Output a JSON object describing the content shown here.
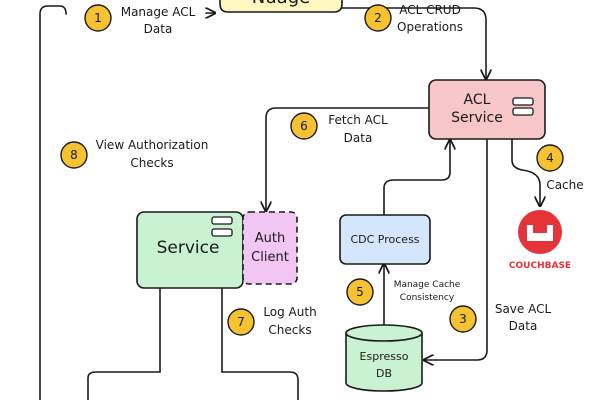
{
  "nodes": {
    "nuage": {
      "label": "Nuage",
      "fill": "#fff6c0"
    },
    "acl_service": {
      "line1": "ACL",
      "line2": "Service",
      "fill": "#f7c6c9"
    },
    "service": {
      "label": "Service",
      "fill": "#c9f2d3"
    },
    "auth_client": {
      "line1": "Auth",
      "line2": "Client",
      "fill": "#f1c6f3"
    },
    "cdc_process": {
      "label": "CDC Process",
      "fill": "#d4e6fb"
    },
    "espresso_db": {
      "line1": "Espresso",
      "line2": "DB",
      "fill": "#c9f2d3"
    },
    "couchbase": {
      "label": "COUCHBASE",
      "color": "#e5333a"
    }
  },
  "steps": [
    {
      "number": "1",
      "line1": "Manage ACL",
      "line2": "Data"
    },
    {
      "number": "2",
      "line1": "ACL CRUD",
      "line2": "Operations"
    },
    {
      "number": "3",
      "line1": "Save ACL",
      "line2": "Data"
    },
    {
      "number": "4",
      "line1": "Cache",
      "line2": ""
    },
    {
      "number": "5",
      "line1": "Manage Cache",
      "line2": "Consistency"
    },
    {
      "number": "6",
      "line1": "Fetch ACL",
      "line2": "Data"
    },
    {
      "number": "7",
      "line1": "Log Auth",
      "line2": "Checks"
    },
    {
      "number": "8",
      "line1": "View Authorization",
      "line2": "Checks"
    }
  ],
  "colors": {
    "step_badge": "#f6c232",
    "stroke": "#1a1a1a"
  }
}
